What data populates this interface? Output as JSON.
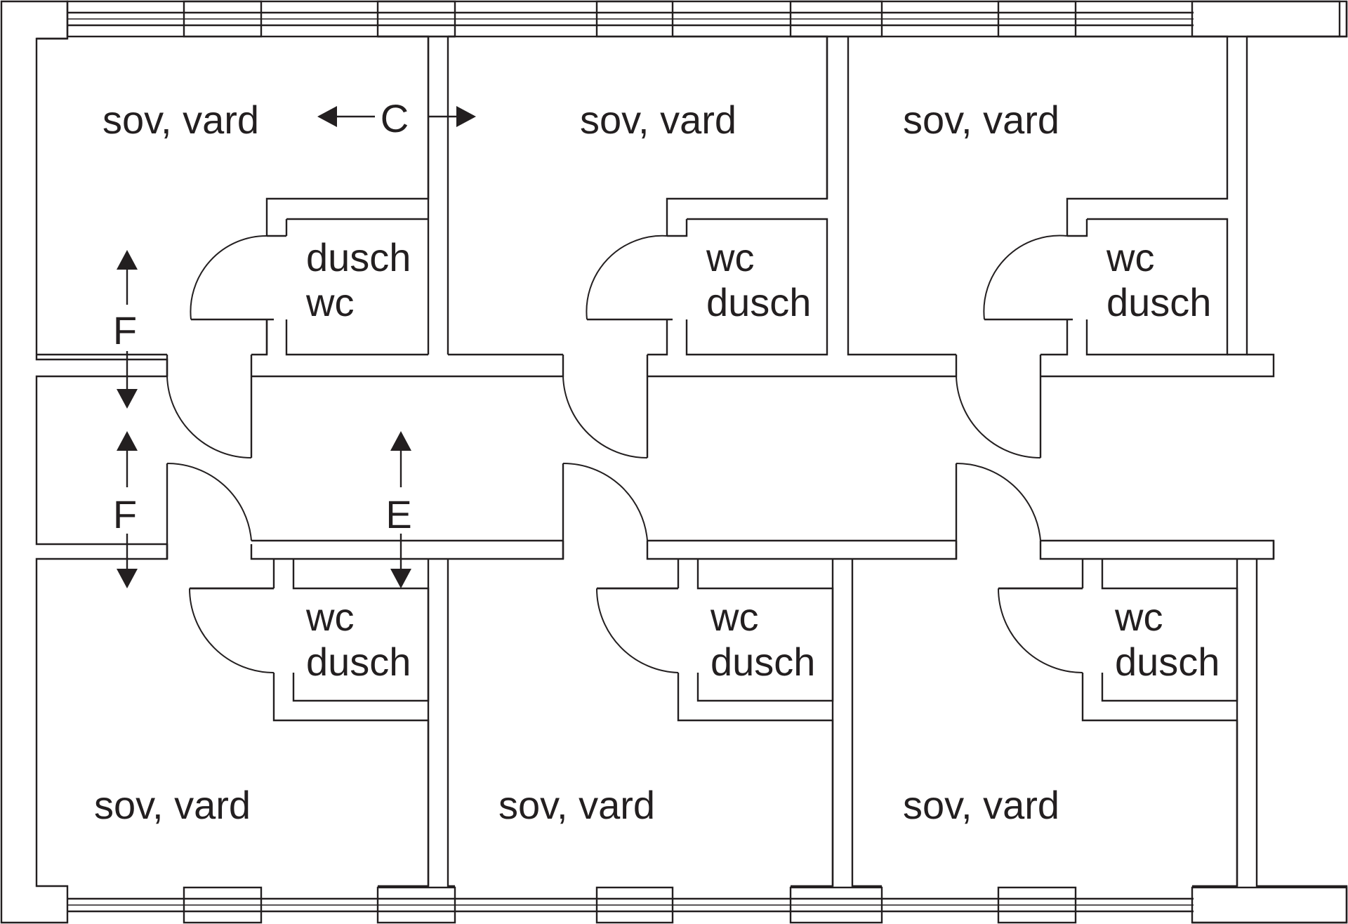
{
  "colors": {
    "line": "#231f20",
    "background": "#ffffff"
  },
  "rooms": {
    "top_left": {
      "line1": "sov, vard",
      "bath_line1": "dusch",
      "bath_line2": "wc"
    },
    "top_middle": {
      "line1": "sov, vard",
      "bath_line1": "wc",
      "bath_line2": "dusch"
    },
    "top_right": {
      "line1": "sov, vard",
      "bath_line1": "wc",
      "bath_line2": "dusch"
    },
    "bottom_left": {
      "line1": "sov, vard",
      "bath_line1": "wc",
      "bath_line2": "dusch"
    },
    "bottom_middle": {
      "line1": "sov, vard",
      "bath_line1": "wc",
      "bath_line2": "dusch"
    },
    "bottom_right": {
      "line1": "sov, vard",
      "bath_line1": "wc",
      "bath_line2": "dusch"
    }
  },
  "section_markers": {
    "c": "C",
    "e": "E",
    "f_upper": "F",
    "f_lower": "F"
  }
}
